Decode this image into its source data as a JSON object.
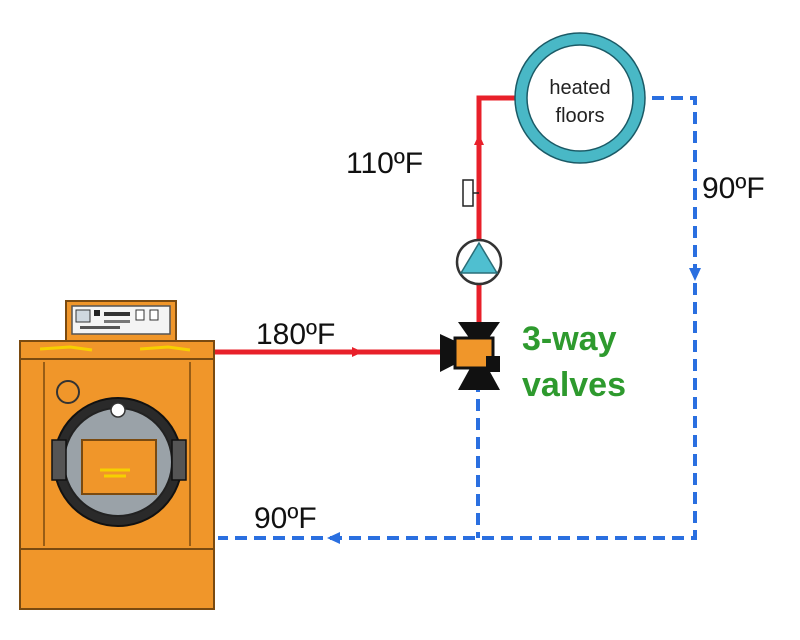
{
  "labels": {
    "supply_boiler": "180ºF",
    "supply_floor": "110ºF",
    "return_floor": "90ºF",
    "return_boiler": "90ºF",
    "valve_line1": "3-way",
    "valve_line2": "valves",
    "floors_line1": "heated",
    "floors_line2": "floors"
  },
  "colors": {
    "supply_pipe": "#e8202a",
    "return_pipe": "#2a6fe0",
    "boiler_body": "#f0962a",
    "boiler_outline": "#7a4a10",
    "heated_floors_ring": "#49b8c6",
    "pump_fill": "#4fbfd0",
    "valve_body": "#111111",
    "valve_actuator": "#f0962a",
    "valve_text": "#2e9a2e"
  },
  "icons": {
    "boiler": "boiler-icon",
    "pump": "circulator-pump-icon",
    "valve": "three-way-valve-icon",
    "sensor": "temperature-sensor-icon",
    "floors": "heated-floors-loop-icon"
  }
}
